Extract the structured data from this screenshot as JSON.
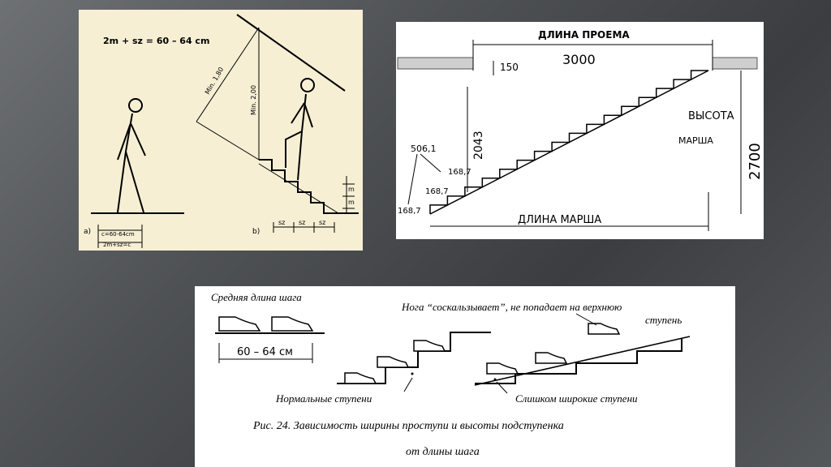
{
  "panel_a": {
    "formula": "2m + sz = 60 – 64 cm",
    "label_a": "a)",
    "label_b": "b)",
    "dim_c": "c=60-64cm",
    "dim_sum": "2m+sz=c",
    "dim_min180": "Min. 1,80",
    "dim_min200": "Min. 2,00",
    "sz": "sz",
    "m": "m"
  },
  "panel_b": {
    "opening_length": "ДЛИНА ПРОЕМА",
    "opening_value": "3000",
    "dim_150": "150",
    "dim_2043": "2043",
    "dim_506": "506,1",
    "dim_1687a": "168,7",
    "dim_1687b": "168,7",
    "dim_1687c": "168,7",
    "height_label_1": "ВЫСОТА",
    "height_label_2": "МАРША",
    "height_value": "2700",
    "flight_length": "ДЛИНА МАРША"
  },
  "panel_c": {
    "avg_step": "Средняя длина шага",
    "step_range": "60 – 64 см",
    "slip_line1": "Нога “соскальзывает”, не попадает на верхнюю",
    "slip_line2": "ступень",
    "normal_steps": "Нормальные ступени",
    "wide_steps": "Слишком широкие ступени",
    "caption_line1": "Рис. 24. Зависимость ширины проступи и высоты подступенка",
    "caption_line2": "от длины шага"
  }
}
